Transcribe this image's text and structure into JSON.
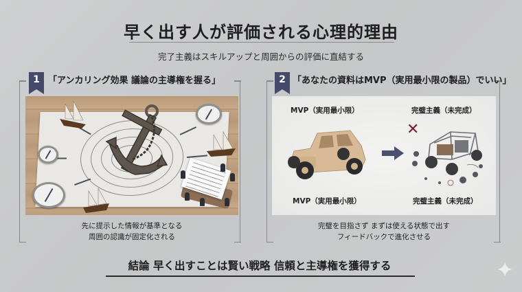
{
  "header": {
    "title": "早く出す人が評価される心理的理由",
    "subtitle": "完了主義はスキルアップと周囲からの評価に直結する"
  },
  "sections": [
    {
      "number": "1",
      "heading": "「アンカリング効果 議論の主導権を握る」",
      "image_description": "Anchor on a map with concentric rings, compasses, sailing ships and a meeting table with a document",
      "description_lines": [
        "先に提示した情報が基準となる",
        "周囲の認識が固定化される"
      ]
    },
    {
      "number": "2",
      "heading": "「あなたの資料はMVP（実用最小限の製品）でいい」",
      "image": {
        "left_caption_top": "MVP（実用最小限）",
        "right_caption_top": "完璧主義（未完成）",
        "left_caption_bottom": "MVP（実用最小限）",
        "right_caption_bottom": "完璧主義（未完成）",
        "left_icon": "wooden-toy-car",
        "middle_icon": "right-arrow",
        "right_icon": "unfinished-car-frame",
        "mark_icon": "x-mark"
      },
      "description_lines": [
        "完璧を目指さず まずは使える状態で出す",
        "フィードバックで進化させる"
      ]
    }
  ],
  "conclusion": "結論 早く出すことは賢い戦略 信頼と主導権を獲得する",
  "colors": {
    "background": "#c9cacb",
    "badge": "#454a6b",
    "arrow": "#4b4f70",
    "x_mark": "#7a1f2b",
    "frame": "#86878a"
  }
}
